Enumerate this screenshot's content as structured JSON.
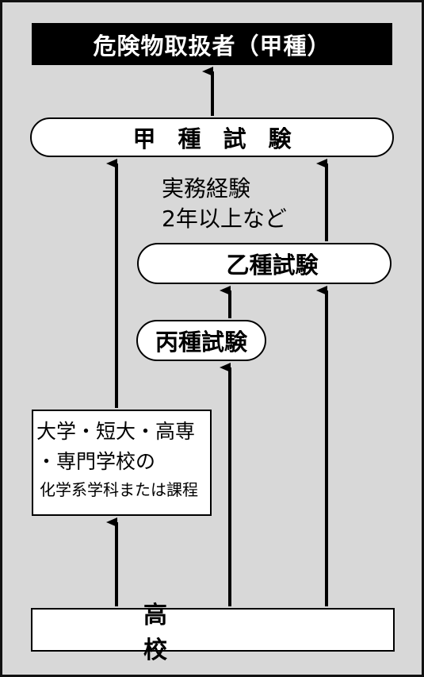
{
  "title": "危険物取扱者（甲種）",
  "nodes": {
    "kou_exam": "甲種試験",
    "otsu_exam": "乙種試験",
    "hei_exam": "丙種試験",
    "experience_line1": "実務経験",
    "experience_line2": "2年以上など",
    "school_line1": "大学・短大・高専",
    "school_line2": "・専門学校の",
    "school_line3": "化学系学科または課程",
    "high_school": "高校"
  }
}
